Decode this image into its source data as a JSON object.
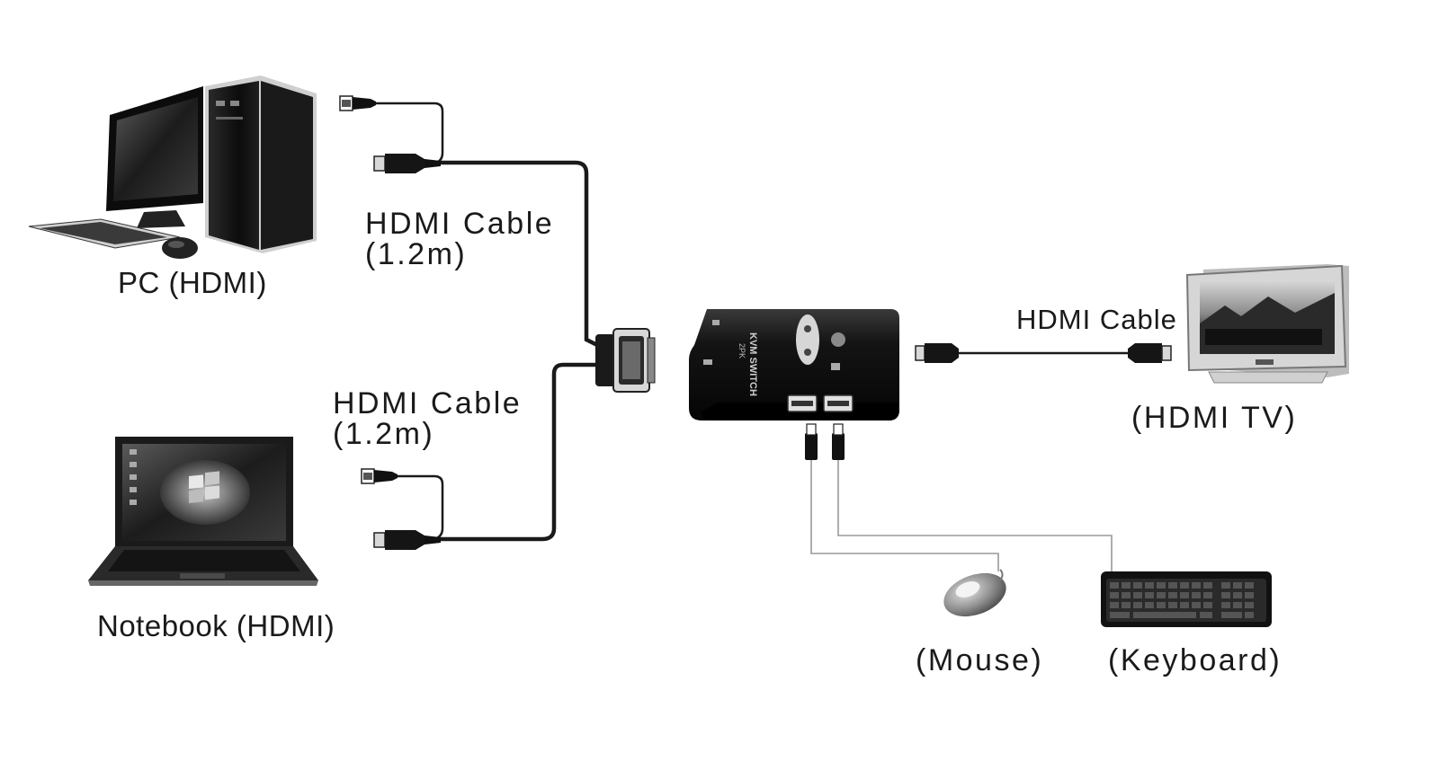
{
  "labels": {
    "pc": "PC (HDMI)",
    "notebook": "Notebook (HDMI)",
    "cable_top_line1": "HDMI Cable",
    "cable_top_line2": "(1.2m)",
    "cable_bottom_line1": "HDMI Cable",
    "cable_bottom_line2": "(1.2m)",
    "cable_tv": "HDMI Cable",
    "tv": "(HDMI TV)",
    "mouse": "(Mouse)",
    "keyboard": "(Keyboard)"
  },
  "switch": {
    "brand_text": "KVM SWITCH",
    "model_text": "2PK"
  },
  "colors": {
    "background": "#ffffff",
    "device_dark": "#111111",
    "cable": "#1a1a1a",
    "usb_wire": "#9a9a9a",
    "label_text": "#1a1a1a"
  },
  "icons": [
    "desktop-pc-icon",
    "notebook-icon",
    "kvm-switch-icon",
    "tv-icon",
    "mouse-icon",
    "keyboard-icon",
    "hdmi-connector-icon",
    "usb-connector-icon",
    "dvi-connector-icon"
  ]
}
